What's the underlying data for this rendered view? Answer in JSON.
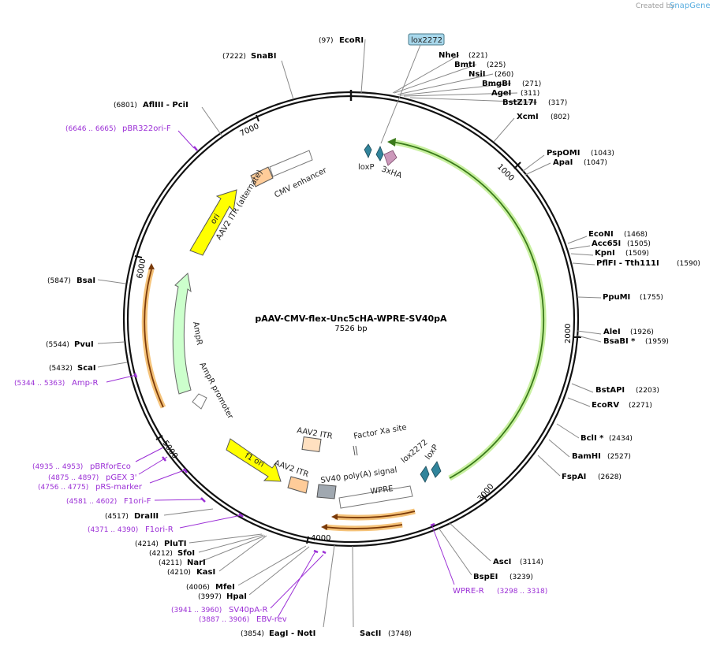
{
  "credit": {
    "prefix": "Created by",
    "brand": "SnapGene"
  },
  "plasmid": {
    "name": "pAAV-CMV-flex-Unc5cHA-WPRE-SV40pA",
    "size_label": "7526 bp"
  },
  "ticks": [
    "1000",
    "2000",
    "3000",
    "4000",
    "5000",
    "6000",
    "7000"
  ],
  "enzymes": [
    {
      "name": "EcoRI",
      "pos": "(97)"
    },
    {
      "name": "NheI",
      "pos": "(221)"
    },
    {
      "name": "BmtI",
      "pos": "(225)"
    },
    {
      "name": "NsiI",
      "pos": "(260)"
    },
    {
      "name": "BmgBI",
      "pos": "(271)"
    },
    {
      "name": "AgeI",
      "pos": "(311)"
    },
    {
      "name": "BstZ17I",
      "pos": "(317)"
    },
    {
      "name": "XcmI",
      "pos": "(802)"
    },
    {
      "name": "PspOMI",
      "pos": "(1043)"
    },
    {
      "name": "ApaI",
      "pos": "(1047)"
    },
    {
      "name": "EcoNI",
      "pos": "(1468)"
    },
    {
      "name": "Acc65I",
      "pos": "(1505)"
    },
    {
      "name": "KpnI",
      "pos": "(1509)"
    },
    {
      "name": "PflFI  - Tth111I",
      "pos": "(1590)"
    },
    {
      "name": "PpuMI",
      "pos": "(1755)"
    },
    {
      "name": "AleI",
      "pos": "(1926)"
    },
    {
      "name": "BsaBI  *",
      "pos": "(1959)"
    },
    {
      "name": "BstAPI",
      "pos": "(2203)"
    },
    {
      "name": "EcoRV",
      "pos": "(2271)"
    },
    {
      "name": "BclI  *",
      "pos": "(2434)"
    },
    {
      "name": "BamHI",
      "pos": "(2527)"
    },
    {
      "name": "FspAI",
      "pos": "(2628)"
    },
    {
      "name": "AscI",
      "pos": "(3114)"
    },
    {
      "name": "BspEI",
      "pos": "(3239)"
    },
    {
      "name": "SacII",
      "pos": "(3748)"
    },
    {
      "name": "EagI  - NotI",
      "pos": "(3854)"
    },
    {
      "name": "HpaI",
      "pos": "(3997)"
    },
    {
      "name": "MfeI",
      "pos": "(4006)"
    },
    {
      "name": "KasI",
      "pos": "(4210)"
    },
    {
      "name": "NarI",
      "pos": "(4211)"
    },
    {
      "name": "SfoI",
      "pos": "(4212)"
    },
    {
      "name": "PluTI",
      "pos": "(4214)"
    },
    {
      "name": "DraIII",
      "pos": "(4517)"
    },
    {
      "name": "ScaI",
      "pos": "(5432)"
    },
    {
      "name": "PvuI",
      "pos": "(5544)"
    },
    {
      "name": "BsaI",
      "pos": "(5847)"
    },
    {
      "name": "AflIII  - PciI",
      "pos": "(6801)"
    },
    {
      "name": "SnaBI",
      "pos": "(7222)"
    }
  ],
  "primers": [
    {
      "name": "pBR322ori-F",
      "pos": "(6646 .. 6665)"
    },
    {
      "name": "Amp-R",
      "pos": "(5344 .. 5363)"
    },
    {
      "name": "pBRforEco",
      "pos": "(4935 .. 4953)"
    },
    {
      "name": "pGEX 3'",
      "pos": "(4875 .. 4897)"
    },
    {
      "name": "pRS-marker",
      "pos": "(4756 .. 4775)"
    },
    {
      "name": "F1ori-F",
      "pos": "(4581 .. 4602)"
    },
    {
      "name": "F1ori-R",
      "pos": "(4371 .. 4390)"
    },
    {
      "name": "SV40pA-R",
      "pos": "(3941 .. 3960)"
    },
    {
      "name": "EBV-rev",
      "pos": "(3887 .. 3906)"
    },
    {
      "name": "WPRE-R",
      "pos": "(3298 .. 3318)"
    }
  ],
  "features": {
    "lox2272_top": "lox2272",
    "loxp_top": "loxP",
    "ha": "3xHA",
    "cmv": "CMV enhancer",
    "itr_alt": "AAV2 ITR (alternate)",
    "ori": "ori",
    "ampr": "AmpR",
    "ampr_promoter": "AmpR promoter",
    "itr1": "AAV2 ITR",
    "itr2": "AAV2 ITR",
    "f1ori": "f1 ori",
    "factorxa": "Factor Xa site",
    "sv40": "SV40 poly(A) signal",
    "wpre": "WPRE",
    "lox2272_bottom": "lox2272",
    "loxp_bottom": "loxP"
  },
  "colors": {
    "ori": "#ffff00",
    "ampr": "#ccffcc",
    "itr": "#ffcc99",
    "itr_light": "#ffe0c0",
    "sv40": "#a0a8b0",
    "lox": "#31849b",
    "ha": "#cc99bb",
    "primer": "#9b2fd6",
    "orange_glow": "#f5c37a",
    "green_glow": "#c8f0a0"
  }
}
